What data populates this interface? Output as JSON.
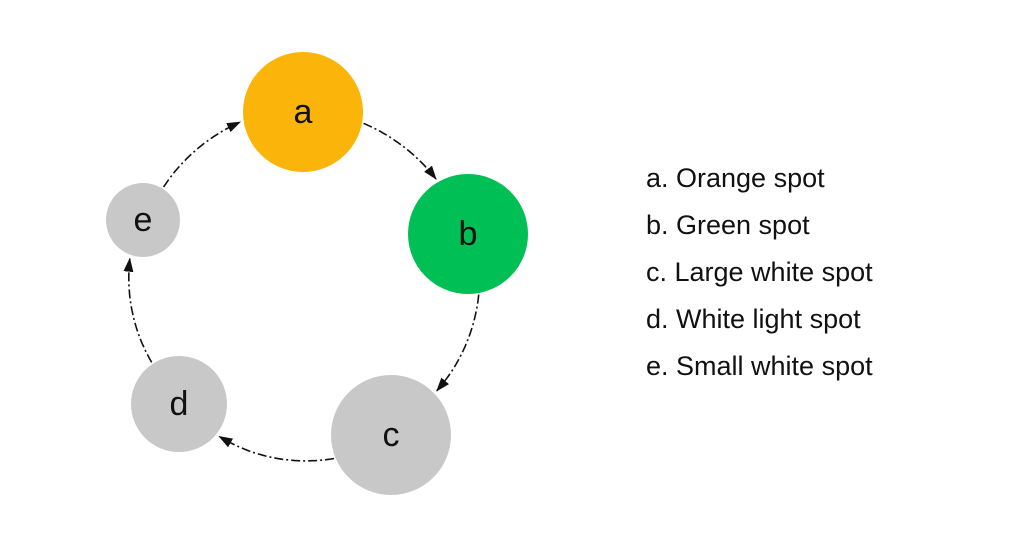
{
  "diagram": {
    "nodes": [
      {
        "id": "a",
        "label": "a",
        "color": "#FBB40A",
        "size": "large"
      },
      {
        "id": "b",
        "label": "b",
        "color": "#00BF55",
        "size": "large"
      },
      {
        "id": "c",
        "label": "c",
        "color": "#C8C8C8",
        "size": "large"
      },
      {
        "id": "d",
        "label": "d",
        "color": "#C8C8C8",
        "size": "medium"
      },
      {
        "id": "e",
        "label": "e",
        "color": "#C8C8C8",
        "size": "small"
      }
    ],
    "edges": [
      {
        "from": "a",
        "to": "b"
      },
      {
        "from": "b",
        "to": "c"
      },
      {
        "from": "c",
        "to": "d"
      },
      {
        "from": "d",
        "to": "e"
      },
      {
        "from": "e",
        "to": "a"
      }
    ],
    "edge_style": "dash-dot",
    "edge_color": "#111111"
  },
  "legend": {
    "items": [
      "a. Orange spot",
      "b. Green spot",
      "c. Large white spot",
      "d. White light spot",
      "e. Small white spot"
    ]
  }
}
